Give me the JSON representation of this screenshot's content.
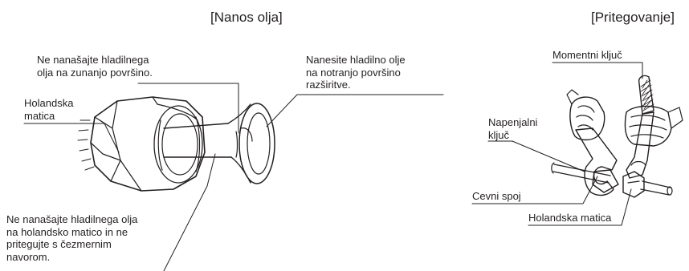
{
  "left_section": {
    "title": "[Nanos olja]",
    "labels": {
      "no_outer": [
        "Ne nanašajte hladilnega",
        "olja na zunanjo površino."
      ],
      "apply_inner": [
        "Nanesite hladilno olje",
        "na notranjo površino",
        "razširitve."
      ],
      "flare_nut": [
        "Holandska",
        "matica"
      ],
      "no_nut": [
        "Ne nanašajte hladilnega olja",
        "na holandsko matico in ne",
        "pritegujte s čezmernim",
        "navorom."
      ]
    }
  },
  "right_section": {
    "title": "[Pritegovanje]",
    "labels": {
      "torque_wrench": "Momentni ključ",
      "spanner": [
        "Napenjalni",
        "ključ"
      ],
      "pipe_union": "Cevni spoj",
      "flare_nut": "Holandska matica"
    }
  }
}
